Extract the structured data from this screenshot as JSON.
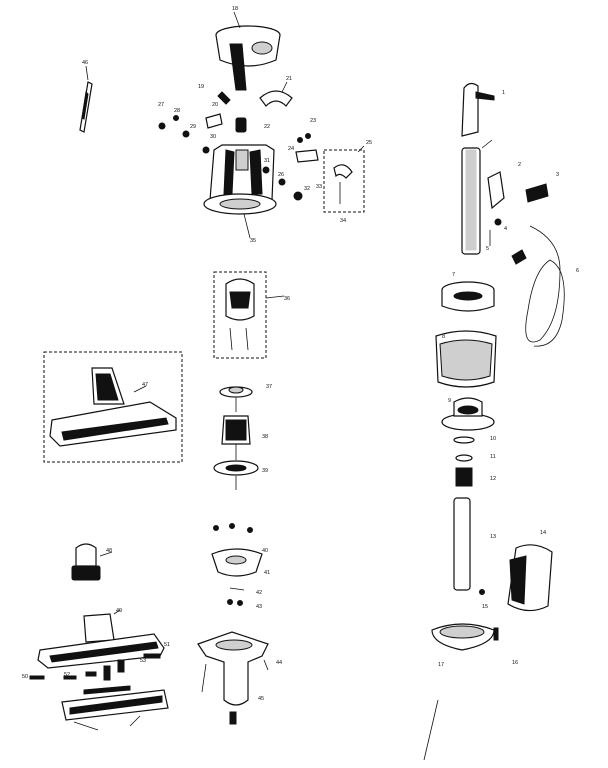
{
  "callouts": [
    "1",
    "2",
    "3",
    "4",
    "5",
    "6",
    "7",
    "8",
    "9",
    "10",
    "11",
    "12",
    "13",
    "14",
    "15",
    "16",
    "17",
    "18",
    "19",
    "20",
    "21",
    "22",
    "23",
    "24",
    "25",
    "26",
    "27",
    "28",
    "29",
    "30",
    "31",
    "32",
    "33",
    "34",
    "35",
    "36",
    "37",
    "38",
    "39",
    "40",
    "41",
    "42",
    "43",
    "44",
    "45",
    "46",
    "47",
    "48",
    "49",
    "50",
    "51",
    "52",
    "53"
  ]
}
